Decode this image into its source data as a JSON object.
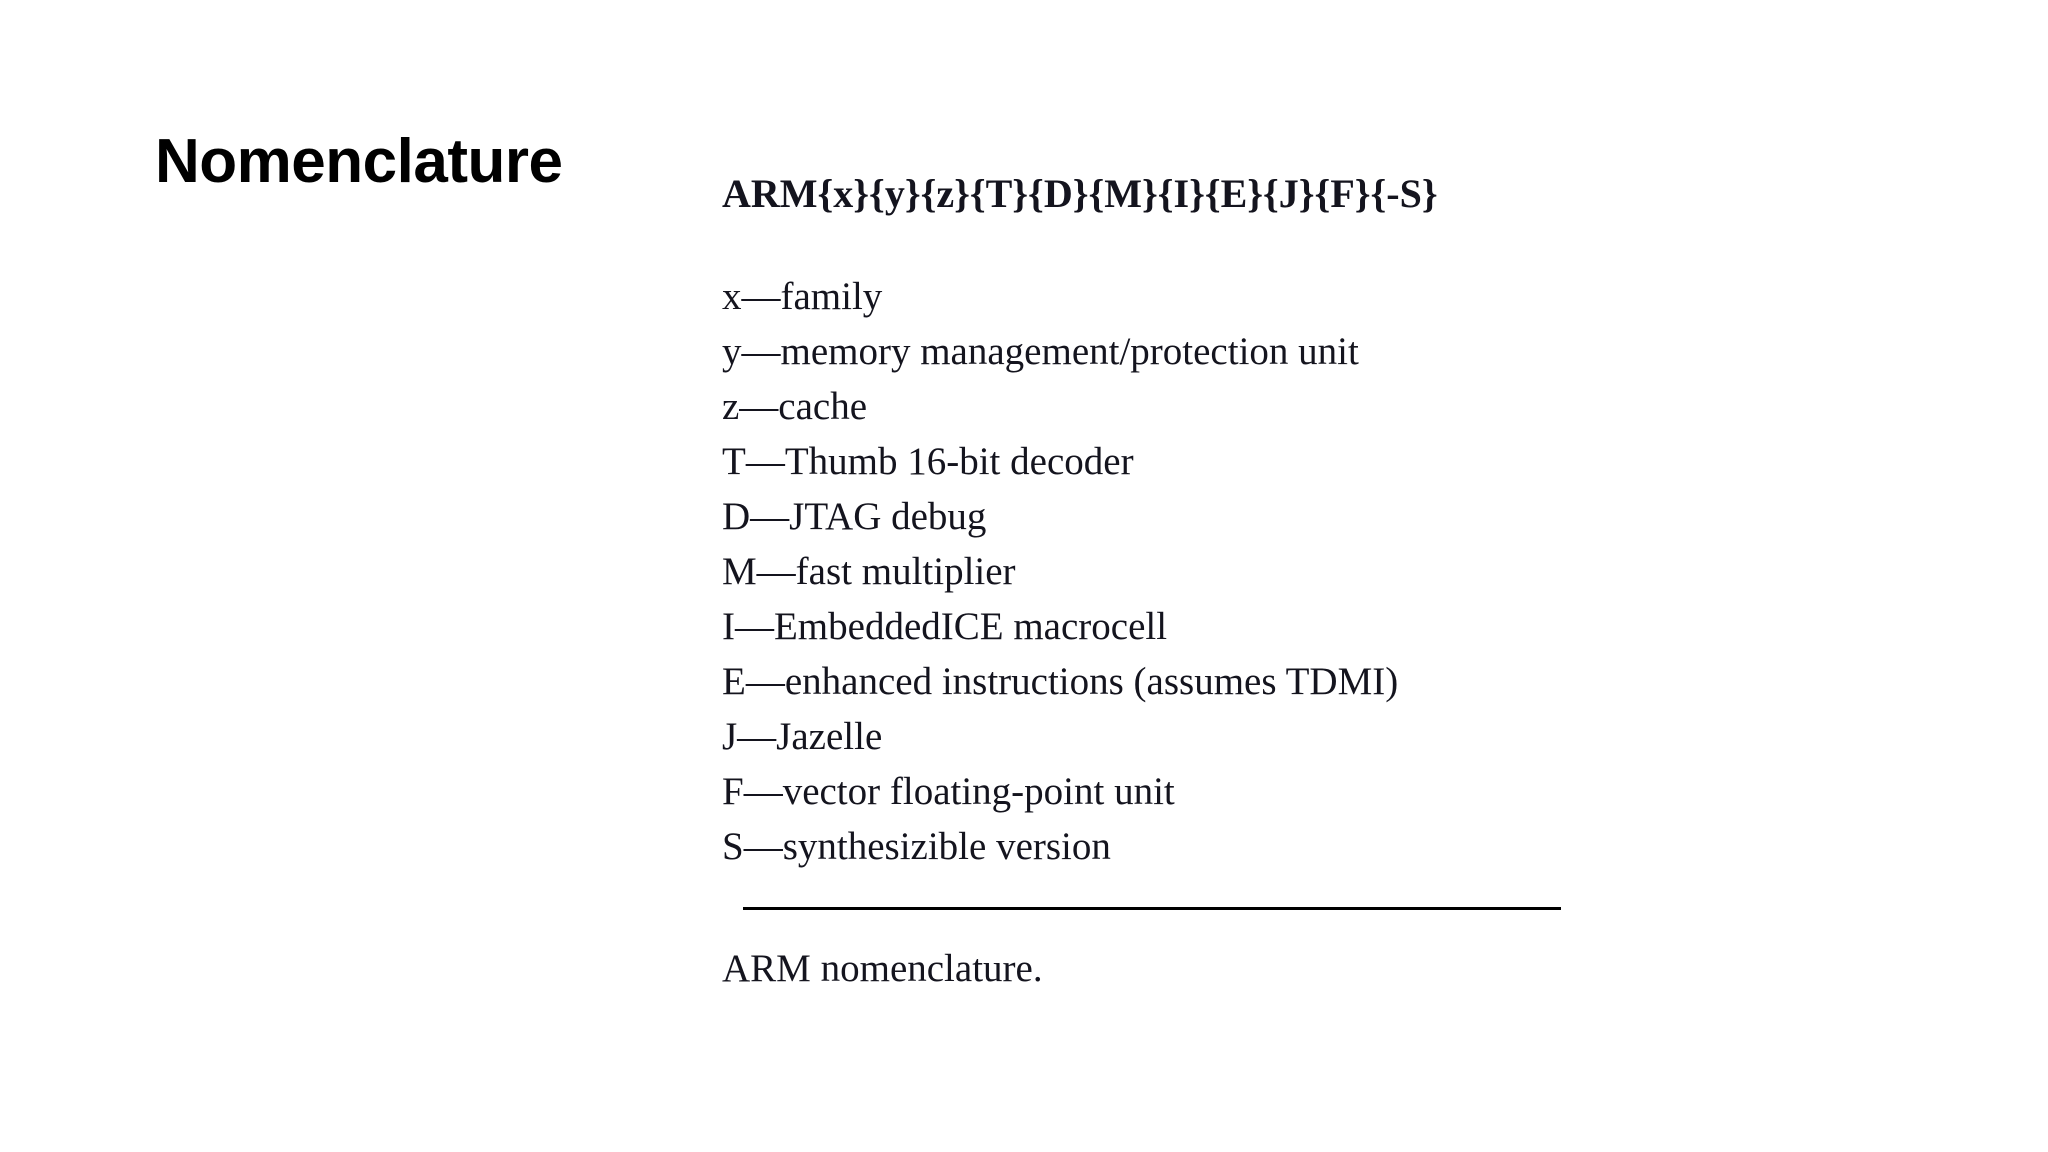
{
  "slide": {
    "title": "Nomenclature",
    "background_color": "#ffffff",
    "text_color": "#000000"
  },
  "figure": {
    "formula": "ARM{x}{y}{z}{T}{D}{M}{I}{E}{J}{F}{-S}",
    "legend_items": [
      {
        "code": "x",
        "meaning": "family",
        "text": "x—family"
      },
      {
        "code": "y",
        "meaning": "memory management/protection unit",
        "text": "y—memory management/protection unit"
      },
      {
        "code": "z",
        "meaning": "cache",
        "text": "z—cache"
      },
      {
        "code": "T",
        "meaning": "Thumb 16-bit decoder",
        "text": "T—Thumb 16-bit decoder"
      },
      {
        "code": "D",
        "meaning": "JTAG debug",
        "text": "D—JTAG debug"
      },
      {
        "code": "M",
        "meaning": "fast multiplier",
        "text": "M—fast multiplier"
      },
      {
        "code": "I",
        "meaning": "EmbeddedICE macrocell",
        "text": "I—EmbeddedICE macrocell"
      },
      {
        "code": "E",
        "meaning": "enhanced instructions (assumes TDMI)",
        "text": "E—enhanced instructions (assumes TDMI)"
      },
      {
        "code": "J",
        "meaning": "Jazelle",
        "text": "J—Jazelle"
      },
      {
        "code": "F",
        "meaning": "vector floating-point unit",
        "text": "F—vector floating-point unit"
      },
      {
        "code": "S",
        "meaning": "synthesizible version",
        "text": "S—synthesizible version"
      }
    ],
    "caption": "ARM nomenclature.",
    "rule_color": "#000000"
  }
}
